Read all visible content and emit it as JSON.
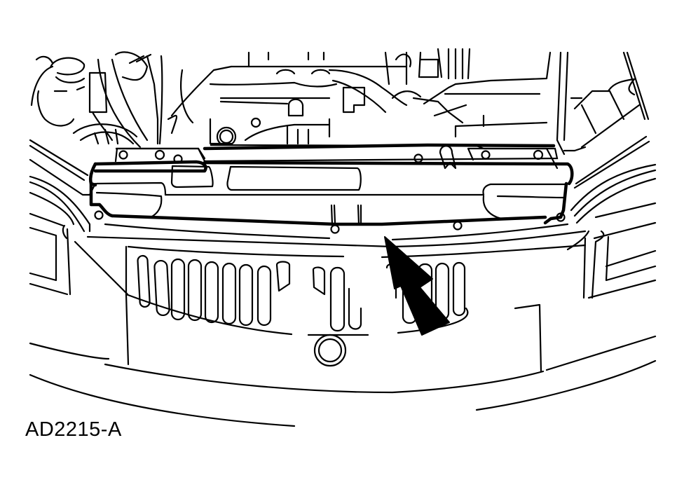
{
  "figure": {
    "label": "AD2215-A",
    "subject": "radiator support cover / upper grille panel under hood",
    "callout": "arrow-pointing-to-cover-center"
  },
  "colors": {
    "line": "#000000",
    "background": "#ffffff"
  }
}
